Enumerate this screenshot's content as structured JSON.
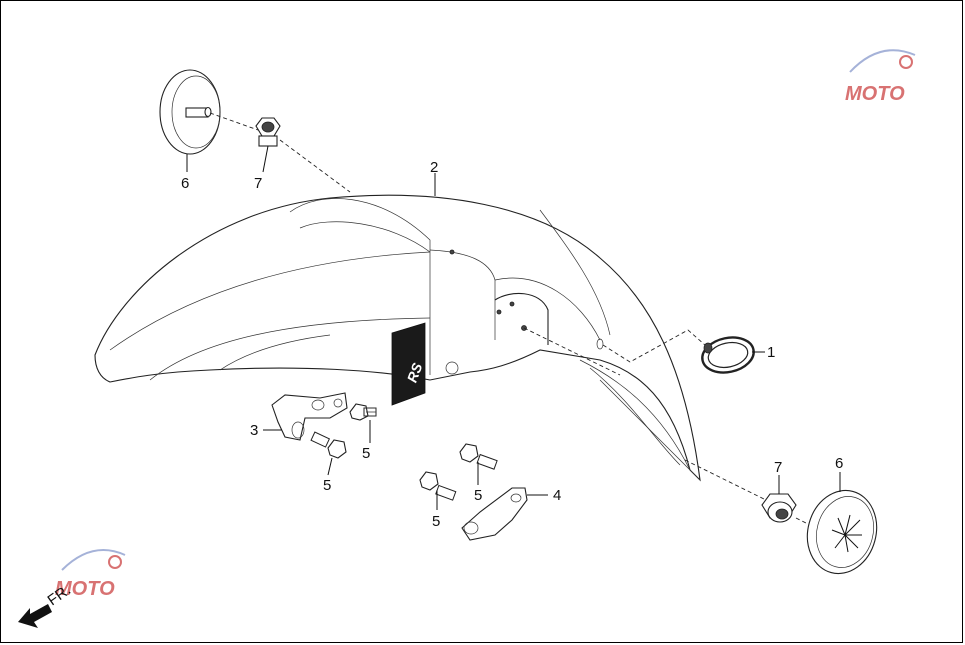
{
  "diagram": {
    "callouts": {
      "c1": "1",
      "c2": "2",
      "c3": "3",
      "c4": "4",
      "c5a": "5",
      "c5b": "5",
      "c5c": "5",
      "c5d": "5",
      "c6a": "6",
      "c6b": "6",
      "c7a": "7",
      "c7b": "7"
    },
    "fender_logo": "RS",
    "direction_label": "FR.",
    "watermark": {
      "text": "MOTO",
      "color_blue": "#8899cc",
      "color_red": "#cc4444"
    }
  }
}
